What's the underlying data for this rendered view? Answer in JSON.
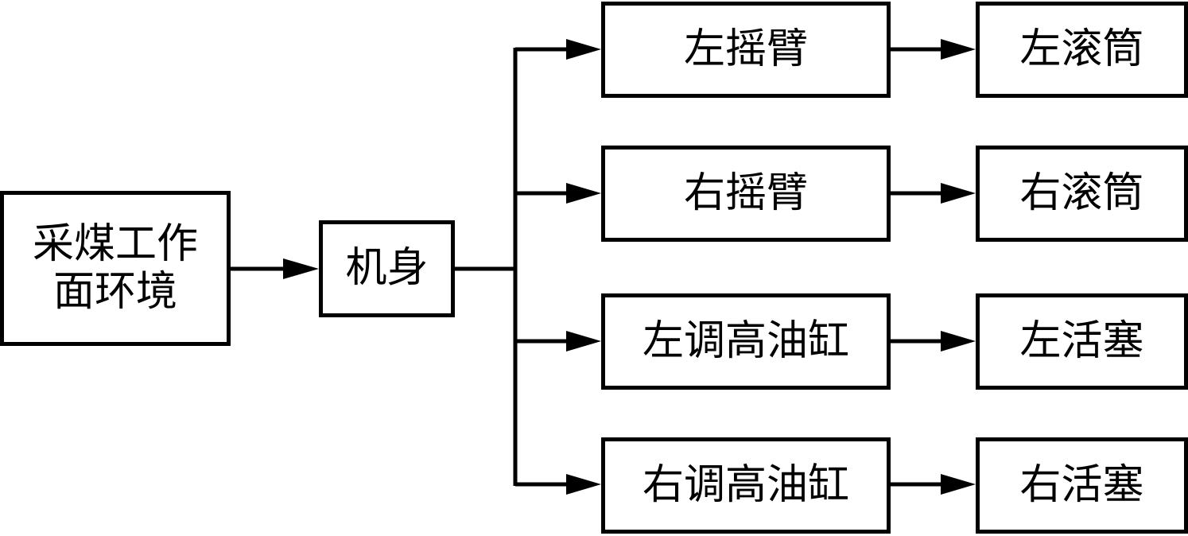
{
  "nodes": {
    "environment": "采煤工作\n面环境",
    "body": "机身",
    "left_arm": "左摇臂",
    "right_arm": "右摇臂",
    "left_cylinder": "左调高油缸",
    "right_cylinder": "右调高油缸",
    "left_drum": "左滚筒",
    "right_drum": "右滚筒",
    "left_piston": "左活塞",
    "right_piston": "右活塞"
  },
  "colors": {
    "line": "#000000",
    "background": "#ffffff"
  }
}
